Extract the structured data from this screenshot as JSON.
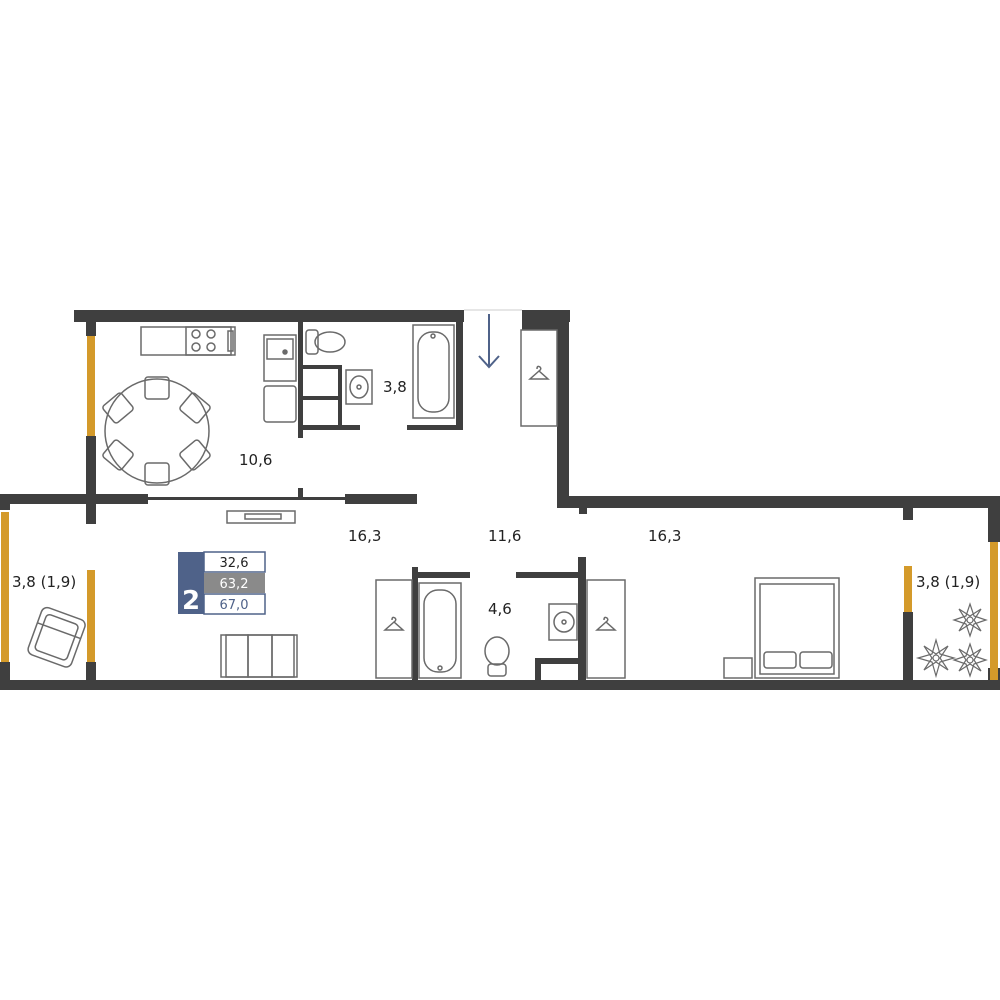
{
  "floorplan": {
    "rooms": {
      "kitchen": "10,6",
      "bathroom_top": "3,8",
      "living": "16,3",
      "hall": "11,6",
      "bedroom": "16,3",
      "bathroom_bottom": "4,6",
      "balcony_left": "3,8 (1,9)",
      "balcony_right": "3,8 (1,9)"
    },
    "summary": {
      "rooms_count": "2",
      "living_area": "32,6",
      "area_without_balcony": "63,2",
      "total_area": "67,0"
    },
    "colors": {
      "wall": "#3f3f3f",
      "window": "#d49a2a",
      "furniture": "#6a6a6a",
      "accent": "#4f6289",
      "badge_gray": "#8a8a8a",
      "entrance_arrow": "#4f6289"
    },
    "icons": {
      "entrance": "down-arrow-icon",
      "stove": "stove-icon",
      "sink": "sink-icon",
      "toilet": "toilet-icon",
      "bathtub": "bathtub-icon",
      "wardrobe": "hanger-icon",
      "bed": "bed-icon",
      "sofa": "sofa-icon",
      "armchair": "armchair-icon",
      "plants": "plant-icon",
      "dining": "dining-table-icon"
    }
  }
}
